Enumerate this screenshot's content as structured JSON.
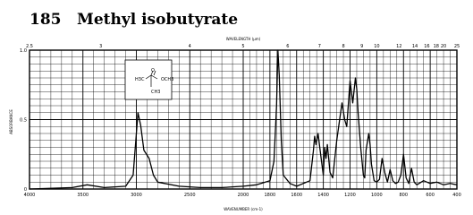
{
  "compound": {
    "number": "185",
    "name": "Methyl isobutyrate"
  },
  "structure": {
    "labels": [
      "H3C",
      "O",
      "OCH3",
      "CH3"
    ]
  },
  "chart_data": {
    "type": "line",
    "title": "Methyl isobutyrate",
    "xlabel": "WAVENUMBER (cm-1)",
    "x2label": "WAVELENGTH (μm)",
    "ylabel": "ABSORBANCE",
    "xlim": [
      4000,
      400
    ],
    "ylim": [
      0,
      1.0
    ],
    "x_ticks": [
      "4000",
      "3500",
      "3000",
      "2500",
      "2000",
      "1800",
      "1600",
      "1400",
      "1200",
      "1000",
      "800",
      "600",
      "400"
    ],
    "top_ticks": [
      "2.5",
      "3",
      "4",
      "5",
      "6",
      "7",
      "8",
      "9",
      "10",
      "12",
      "14",
      "16",
      "18",
      "20",
      "25"
    ],
    "y_ticks": [
      "0",
      "0.5",
      "1.0"
    ],
    "grid": true,
    "series": [
      {
        "x": [
          4000,
          3600,
          3460,
          3300,
          3100,
          3030,
          2985,
          2960,
          2930,
          2880,
          2840,
          2800,
          2600,
          2400,
          2200,
          2000,
          1900,
          1800,
          1770,
          1750,
          1740,
          1730,
          1715,
          1700,
          1650,
          1600,
          1500,
          1475,
          1465,
          1455,
          1440,
          1420,
          1400,
          1390,
          1380,
          1370,
          1350,
          1330,
          1300,
          1275,
          1260,
          1240,
          1225,
          1200,
          1190,
          1180,
          1160,
          1150,
          1140,
          1120,
          1100,
          1090,
          1080,
          1060,
          1050,
          1040,
          1020,
          1000,
          980,
          960,
          940,
          920,
          900,
          880,
          860,
          840,
          820,
          800,
          780,
          760,
          740,
          720,
          700,
          650,
          600,
          550,
          500,
          450,
          400
        ],
        "y": [
          0.0,
          0.01,
          0.03,
          0.01,
          0.02,
          0.1,
          0.55,
          0.46,
          0.28,
          0.22,
          0.1,
          0.05,
          0.02,
          0.01,
          0.01,
          0.02,
          0.03,
          0.06,
          0.2,
          0.6,
          1.0,
          0.82,
          0.35,
          0.1,
          0.04,
          0.02,
          0.06,
          0.27,
          0.38,
          0.32,
          0.4,
          0.25,
          0.1,
          0.3,
          0.22,
          0.32,
          0.12,
          0.08,
          0.35,
          0.52,
          0.62,
          0.5,
          0.45,
          0.78,
          0.7,
          0.62,
          0.8,
          0.72,
          0.55,
          0.3,
          0.1,
          0.08,
          0.28,
          0.4,
          0.32,
          0.18,
          0.06,
          0.05,
          0.07,
          0.22,
          0.12,
          0.05,
          0.14,
          0.06,
          0.04,
          0.05,
          0.1,
          0.25,
          0.08,
          0.04,
          0.15,
          0.05,
          0.03,
          0.06,
          0.04,
          0.05,
          0.03,
          0.04,
          0.03
        ]
      }
    ]
  }
}
